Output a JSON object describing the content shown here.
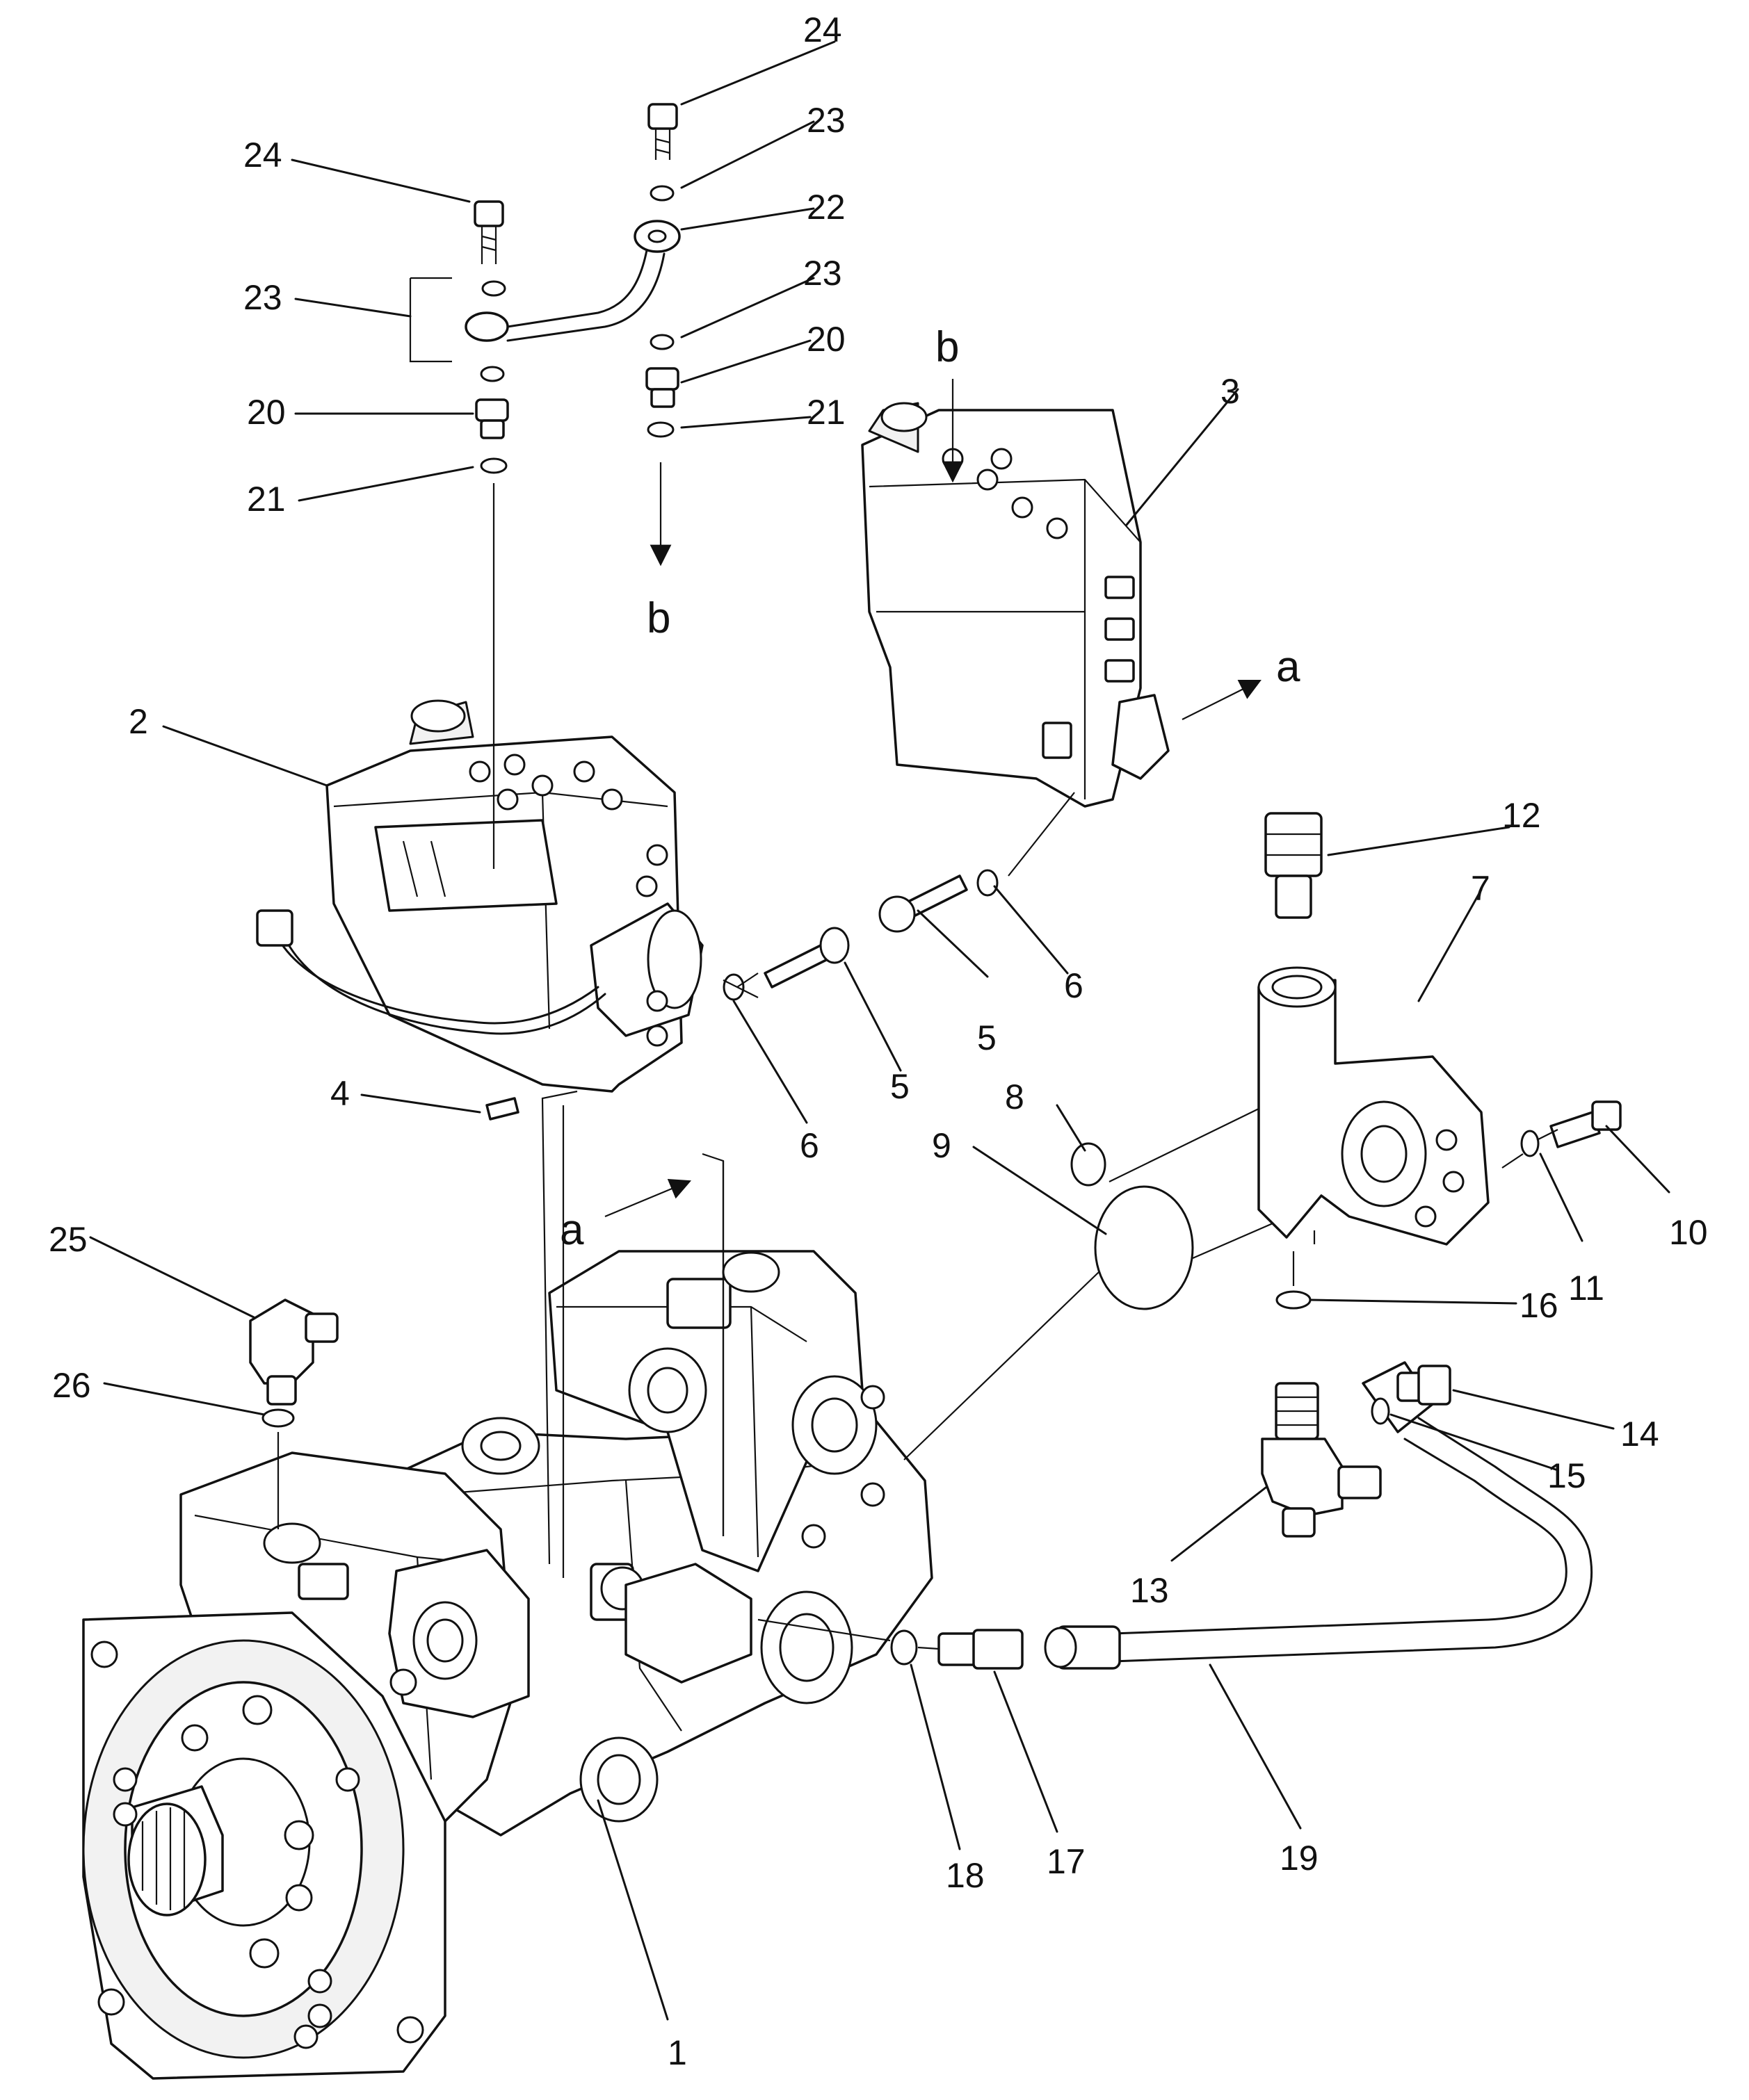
{
  "part_labels": [
    "24",
    "23",
    "22",
    "23",
    "20",
    "21",
    "24",
    "23",
    "20",
    "21",
    "3",
    "2",
    "12",
    "7",
    "6",
    "5",
    "5",
    "6",
    "4",
    "8",
    "9",
    "10",
    "11",
    "16",
    "25",
    "26",
    "14",
    "15",
    "13",
    "18",
    "17",
    "19",
    "1"
  ],
  "reference_marks": [
    "b",
    "b",
    "a",
    "a"
  ]
}
